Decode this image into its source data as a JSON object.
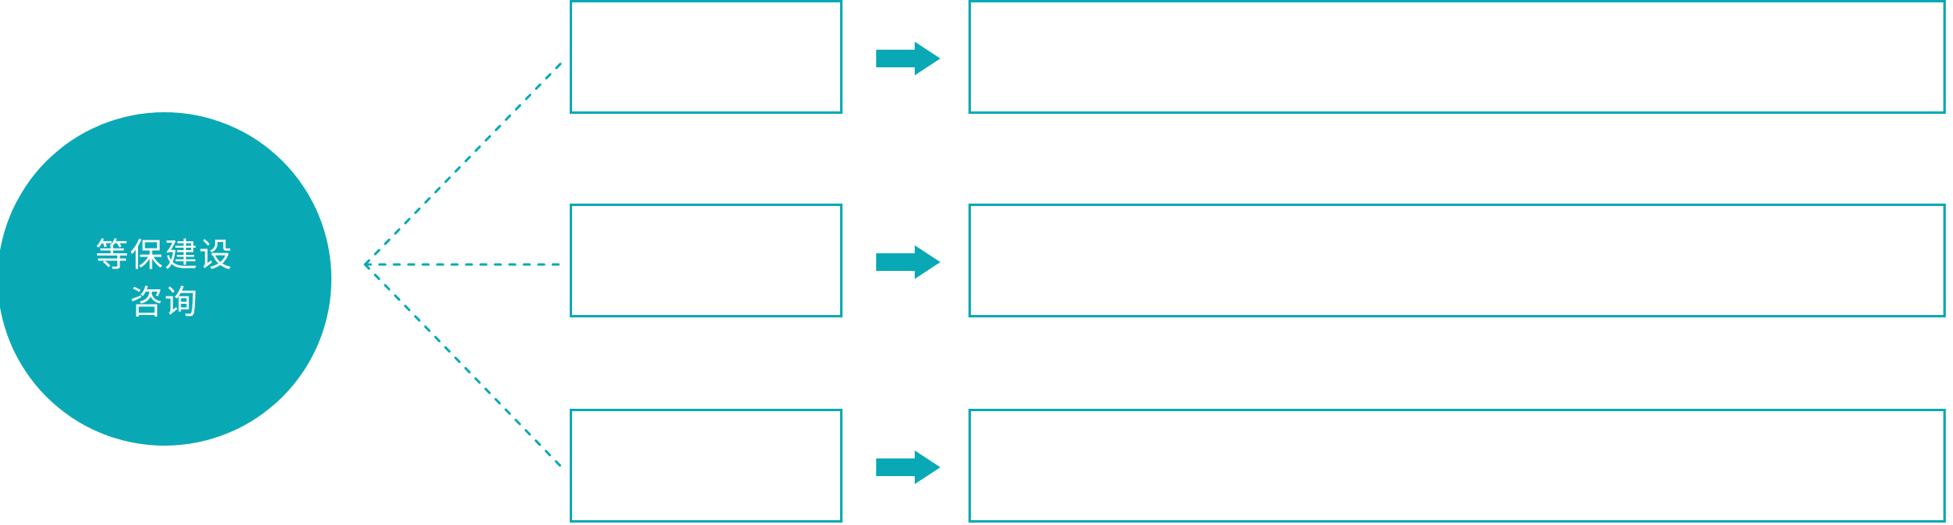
{
  "meta": {
    "accent_color": "#08A9B5",
    "background_color": "#FFFFFF",
    "text_color_on_accent": "#FFFFFF"
  },
  "hub": {
    "label_line_1": "等保建设",
    "label_line_2": "咨询",
    "shape": "circle"
  },
  "connector": {
    "style": "dotted",
    "color": "#08A9B5",
    "branch_count": 3
  },
  "rows": [
    {
      "stage_label": "",
      "arrow_icon": "right-block-arrow",
      "detail_text": ""
    },
    {
      "stage_label": "",
      "arrow_icon": "right-block-arrow",
      "detail_text": ""
    },
    {
      "stage_label": "",
      "arrow_icon": "right-block-arrow",
      "detail_text": ""
    }
  ]
}
